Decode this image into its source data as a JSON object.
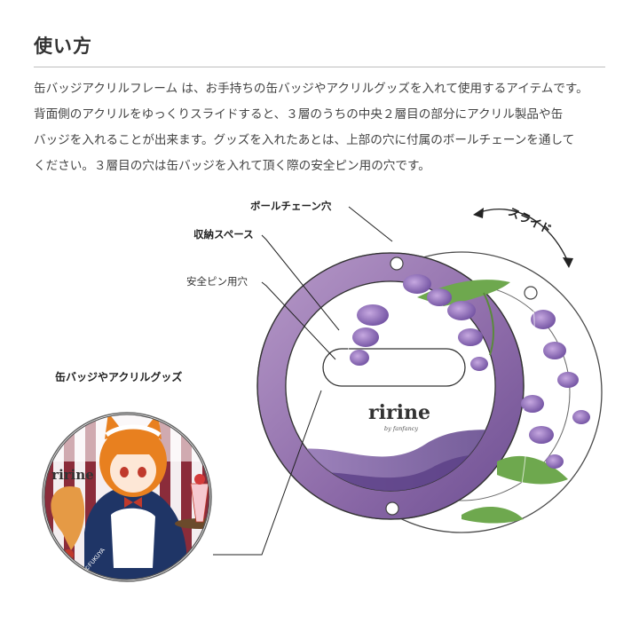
{
  "heading": "使い方",
  "description": [
    "缶バッジアクリルフレーム は、お手持ちの缶バッジやアクリルグッズを入れて使用するアイテムです。",
    "背面側のアクリルをゆっくりスライドすると、３層のうちの中央２層目の部分にアクリル製品や缶",
    "バッジを入れることが出来ます。グッズを入れたあとは、上部の穴に付属のボールチェーンを通して",
    "ください。３層目の穴は缶バッジを入れて頂く際の安全ピン用の穴です。"
  ],
  "labels": {
    "ball_chain_hole": "ボールチェーン穴",
    "storage_space": "収納スペース",
    "safety_pin_hole": "安全ピン用穴",
    "slide": "スライド",
    "badges_goods": "缶バッジやアクリルグッズ"
  },
  "frame_logo": {
    "brand": "ririne",
    "sub": "by fanfancy"
  },
  "badge": {
    "brand": "ririne",
    "copyright": "©FUKUYA"
  },
  "colors": {
    "ring_purple": "#8c6aa8",
    "wisteria": "#7b5aa6",
    "leaf_green": "#6ea84e",
    "badge_stripe": "#8b2c3a"
  }
}
